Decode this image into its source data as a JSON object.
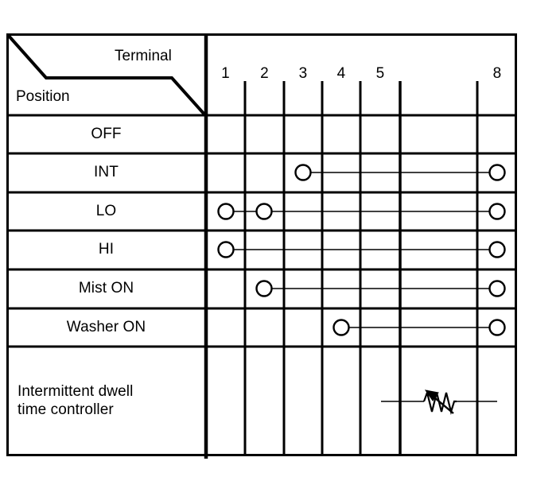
{
  "diagram": {
    "title_corner": {
      "upper_right_label": "Terminal",
      "lower_left_label": "Position"
    },
    "columns": [
      {
        "id": "col-1",
        "label": "1"
      },
      {
        "id": "col-2",
        "label": "2"
      },
      {
        "id": "col-3",
        "label": "3"
      },
      {
        "id": "col-4",
        "label": "4"
      },
      {
        "id": "col-5",
        "label": "5"
      },
      {
        "id": "col-blank",
        "label": ""
      },
      {
        "id": "col-8",
        "label": "8"
      }
    ],
    "rows": [
      {
        "id": "row-off",
        "label": "OFF",
        "connections": []
      },
      {
        "id": "row-int",
        "label": "INT",
        "connections": [
          "3",
          "8"
        ]
      },
      {
        "id": "row-lo",
        "label": "LO",
        "connections": [
          "1",
          "2",
          "8"
        ]
      },
      {
        "id": "row-hi",
        "label": "HI",
        "connections": [
          "1",
          "8"
        ]
      },
      {
        "id": "row-mist-on",
        "label": "Mist ON",
        "connections": [
          "2",
          "8"
        ]
      },
      {
        "id": "row-washer-on",
        "label": "Washer ON",
        "connections": [
          "4",
          "8"
        ]
      },
      {
        "id": "row-dwell",
        "label": "Intermittent dwell\ntime controller",
        "connections": [
          "5",
          "8"
        ],
        "component": "variable-resistor"
      }
    ],
    "colors": {
      "line": "#000000",
      "background": "#ffffff",
      "text": "#000000"
    }
  }
}
